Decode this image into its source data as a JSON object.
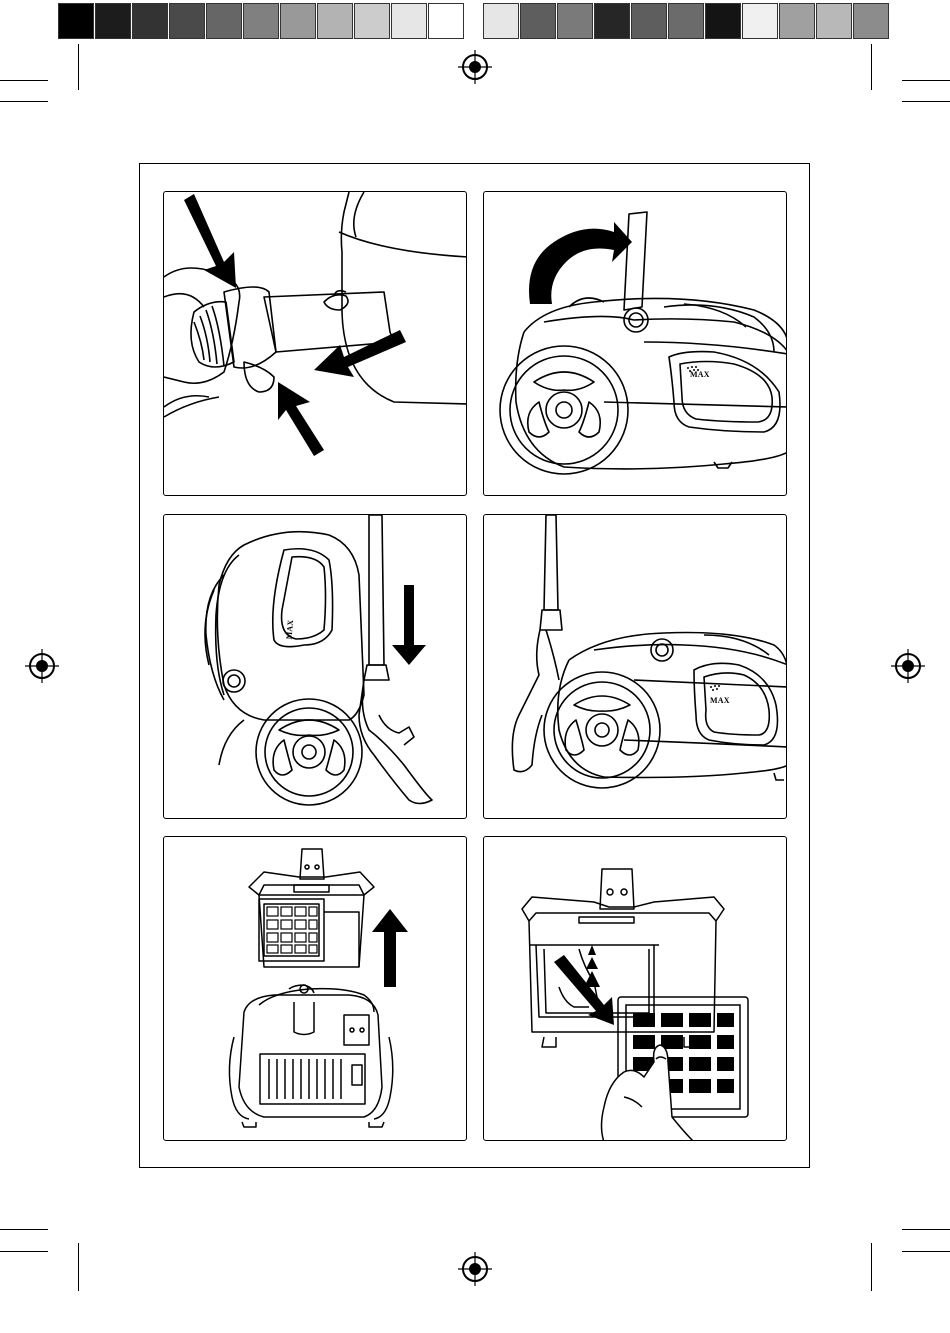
{
  "print_marks": {
    "colors": {
      "left_bar": [
        "#000000",
        "#1c1c1c",
        "#333333",
        "#4a4a4a",
        "#666666",
        "#808080",
        "#999999",
        "#b3b3b3",
        "#cccccc",
        "#e6e6e6",
        "#ffffff"
      ],
      "right_bar": [
        "#e6e6e6",
        "#5e5e5e",
        "#7a7a7a",
        "#262626",
        "#5e5e5e",
        "#6b6b6b",
        "#141414",
        "#f0f0f0",
        "#a0a0a0",
        "#b8b8b8",
        "#8c8c8c"
      ]
    },
    "registration_icon": "crosshair-registration-icon",
    "crop_mark": "crop-mark"
  },
  "figures": [
    {
      "id": 1,
      "icon": "hose-connect-illustration",
      "label": ""
    },
    {
      "id": 2,
      "icon": "handle-lift-illustration",
      "label": ""
    },
    {
      "id": 3,
      "icon": "vertical-park-illustration",
      "label": "MAX"
    },
    {
      "id": 4,
      "icon": "horizontal-park-illustration",
      "label": "MAX"
    },
    {
      "id": 5,
      "icon": "filter-remove-illustration",
      "label": ""
    },
    {
      "id": 6,
      "icon": "filter-replace-illustration",
      "label": ""
    }
  ],
  "panel2_label": "MAX",
  "accent_color": "#000000"
}
